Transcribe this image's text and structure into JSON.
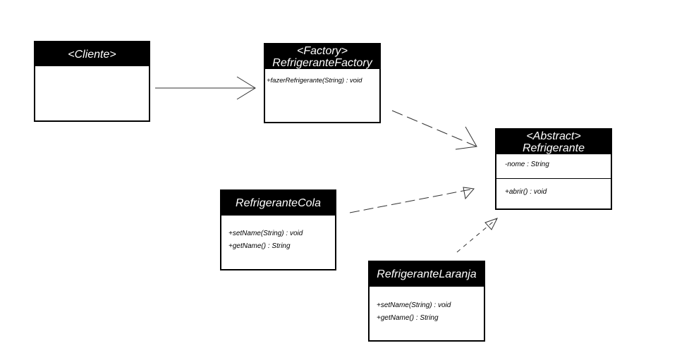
{
  "classes": {
    "cliente": {
      "stereotype": "<Cliente>"
    },
    "factory": {
      "stereotype": "<Factory>",
      "name": "RefrigeranteFactory",
      "methods": [
        "+fazerRefrigerante(String) : void"
      ]
    },
    "refrigerante": {
      "stereotype": "<Abstract>",
      "name": "Refrigerante",
      "attributes": [
        "-nome : String"
      ],
      "methods": [
        "+abrir() : void"
      ]
    },
    "cola": {
      "name": "RefrigeranteCola",
      "methods": [
        "+setName(String) : void",
        "+getName() : String"
      ]
    },
    "laranja": {
      "name": "RefrigeranteLaranja",
      "methods": [
        "+setName(String) : void",
        "+getName() : String"
      ]
    }
  }
}
